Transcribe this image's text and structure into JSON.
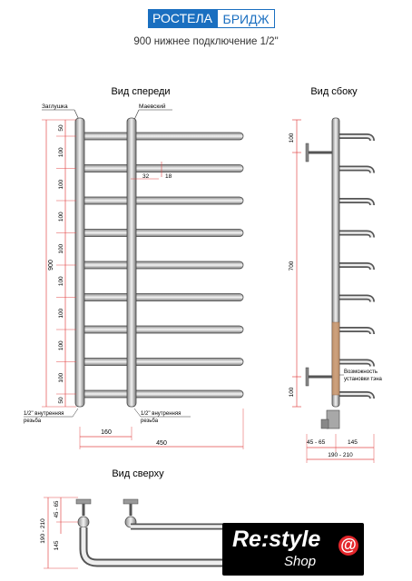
{
  "header": {
    "brand_left": "РОСТЕЛА",
    "brand_right": "БРИДЖ",
    "subtitle": "900 нижнее подключение 1/2\""
  },
  "front_view": {
    "title": "Вид спереди",
    "plug_label": "Заглушка",
    "valve_label": "Маевский",
    "rung_count": 9,
    "dim_pitch": "100",
    "dim_end": "50",
    "dim_height": "900",
    "dim_rung_offset": "32",
    "dim_rung_diameter": "18",
    "thread_label_left_1": "1/2'' внутренняя",
    "thread_label_left_2": "резьба",
    "thread_label_right_1": "1/2'' внутренняя",
    "thread_label_right_2": "резьба",
    "dim_axis": "160",
    "dim_width": "450"
  },
  "side_view": {
    "title": "Вид сбоку",
    "dim_top": "100",
    "dim_mid": "700",
    "dim_bottom": "100",
    "heater_label_1": "Возможность",
    "heater_label_2": "установки тэна",
    "dim_offset": "45 - 65",
    "dim_depth": "145",
    "dim_total": "190 - 210",
    "heater_color": "#c9956a"
  },
  "top_view": {
    "title": "Вид сверху",
    "dim_offset": "45 - 65",
    "dim_total": "190 - 210",
    "dim_depth": "145"
  },
  "logo": {
    "main": "Re:style",
    "sub": "Shop",
    "at": "@"
  },
  "colors": {
    "line": "#333333",
    "dim": "#e34a4a",
    "brand": "#1a6fc0"
  }
}
